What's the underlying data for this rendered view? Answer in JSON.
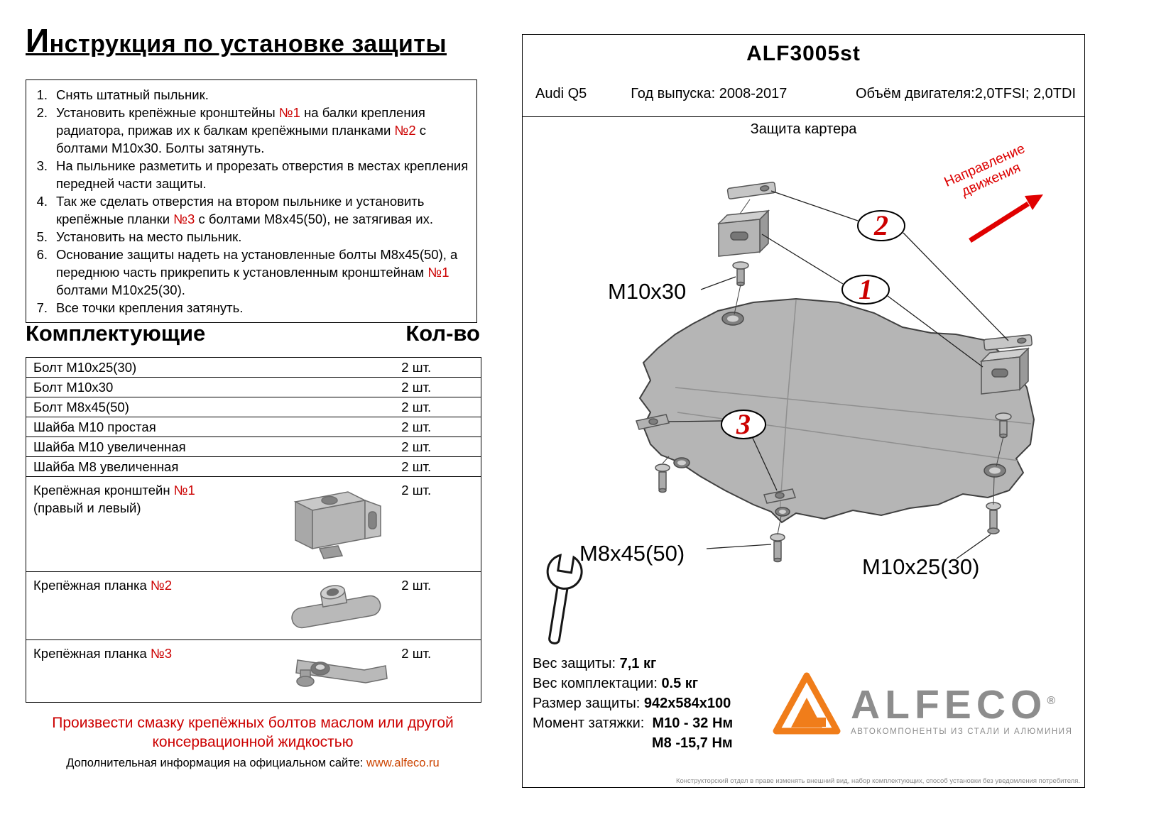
{
  "doc": {
    "title": "Инструкция по установке защиты"
  },
  "instructions": {
    "items": [
      {
        "num": "1.",
        "segments": [
          {
            "t": "Снять штатный пыльник."
          }
        ]
      },
      {
        "num": "2.",
        "segments": [
          {
            "t": "Установить крепёжные кронштейны "
          },
          {
            "t": "№1",
            "red": true
          },
          {
            "t": " на балки крепления радиатора, прижав их к балкам крепёжными планками "
          },
          {
            "t": "№2",
            "red": true
          },
          {
            "t": " с болтами М10х30. Болты затянуть."
          }
        ]
      },
      {
        "num": "3.",
        "segments": [
          {
            "t": "На пыльнике разметить и прорезать отверстия в местах крепления передней части защиты."
          }
        ]
      },
      {
        "num": "4.",
        "segments": [
          {
            "t": "Так же сделать отверстия на втором пыльнике и установить крепёжные планки "
          },
          {
            "t": "№3",
            "red": true
          },
          {
            "t": " с болтами М8х45(50), не затягивая их."
          }
        ]
      },
      {
        "num": "5.",
        "segments": [
          {
            "t": "Установить на место пыльник."
          }
        ]
      },
      {
        "num": "6.",
        "segments": [
          {
            "t": "Основание защиты надеть на установленные болты М8х45(50), а переднюю часть прикрепить к установленным кронштейнам "
          },
          {
            "t": "№1",
            "red": true
          },
          {
            "t": " болтами М10х25(30)."
          }
        ]
      },
      {
        "num": "7.",
        "segments": [
          {
            "t": "Все точки крепления затянуть."
          }
        ]
      }
    ]
  },
  "parts": {
    "heading": "Комплектующие",
    "qty_heading": "Кол-во",
    "rows": [
      {
        "segments": [
          {
            "t": "Болт М10х25(30)"
          }
        ],
        "qty": "2 шт."
      },
      {
        "segments": [
          {
            "t": "Болт М10х30"
          }
        ],
        "qty": "2 шт."
      },
      {
        "segments": [
          {
            "t": "Болт М8х45(50)"
          }
        ],
        "qty": "2 шт."
      },
      {
        "segments": [
          {
            "t": "Шайба М10 простая"
          }
        ],
        "qty": "2 шт."
      },
      {
        "segments": [
          {
            "t": "Шайба М10 увеличенная"
          }
        ],
        "qty": "2 шт."
      },
      {
        "segments": [
          {
            "t": "Шайба М8 увеличенная"
          }
        ],
        "qty": "2 шт."
      },
      {
        "segments": [
          {
            "t": "Крепёжная кронштейн "
          },
          {
            "t": "№1",
            "red": true
          }
        ],
        "line2": "(правый и левый)",
        "qty": "2 шт.",
        "image": "bracket-no1"
      },
      {
        "segments": [
          {
            "t": "Крепёжная планка "
          },
          {
            "t": "№2",
            "red": true
          }
        ],
        "qty": "2 шт.",
        "image": "plate-no2"
      },
      {
        "segments": [
          {
            "t": "Крепёжная планка "
          },
          {
            "t": "№3",
            "red": true
          }
        ],
        "qty": "2 шт.",
        "image": "clamp-no3"
      }
    ]
  },
  "footer": {
    "grease_note": "Произвести смазку крепёжных болтов маслом или другой консервационной жидкостью",
    "site_note": "Дополнительная информация на официальном сайте: ",
    "site_link": "www.alfeco.ru"
  },
  "panel": {
    "model": "ALF3005st",
    "car": "Audi Q5",
    "year": "Год выпуска: 2008-2017",
    "engine": "Объём двигателя:2,0TFSI; 2,0TDI",
    "diagram_title": "Защита картера",
    "direction_label": "Направление движения",
    "callout1": "1",
    "callout2": "2",
    "callout3": "3",
    "labels": {
      "m10x30": "М10х30",
      "m8x45": "М8х45(50)",
      "m10x25": "М10х25(30)"
    },
    "specs": [
      {
        "label": "Вес защиты: ",
        "value": "7,1 кг"
      },
      {
        "label": "Вес комплектации: ",
        "value": "0.5 кг"
      },
      {
        "label": "Размер защиты: ",
        "value": "942х584х100"
      },
      {
        "label": "Момент затяжки:  ",
        "value": "М10 - 32 Нм"
      },
      {
        "label": "",
        "value": "М8 -15,7 Нм",
        "indent": true
      }
    ],
    "disclaimer": "Конструкторский отдел в праве изменять внешний вид, набор комплектующих, способ установки без уведомления потребителя."
  },
  "logo": {
    "name": "ALFECO",
    "reg": "®",
    "tagline": "АВТОКОМПОНЕНТЫ ИЗ СТАЛИ И АЛЮМИНИЯ"
  },
  "colors": {
    "accent_red": "#CC0000",
    "brand_orange": "#F07D1A",
    "brand_gray": "#8D8D8D"
  }
}
